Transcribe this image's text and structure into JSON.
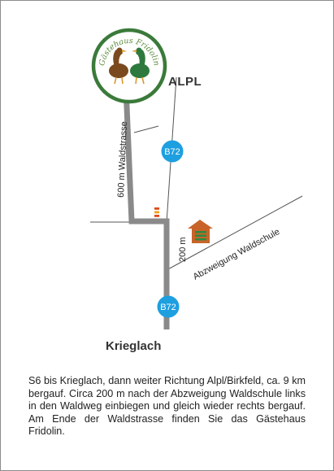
{
  "logo": {
    "name": "Gästehaus Fridolin",
    "ring_color": "#3a7a3a"
  },
  "places": {
    "top": "ALPL",
    "bottom": "Krieglach"
  },
  "roads": {
    "highway_top": "B72",
    "highway_bottom": "B72",
    "road_label": "600 m Waldstrasse",
    "distance_label": "200 m",
    "junction_label": "Abzweigung Waldschule",
    "road_color": "#8a8a8a",
    "highway_badge_color": "#1e9fe0"
  },
  "directions": {
    "text": "S6 bis Krieglach, dann weiter Richtung Alpl/Birkfeld, ca. 9 km bergauf. Circa 200 m nach der Abzweigung Waldschule links in den Waldweg einbiegen und gleich wieder rechts bergauf. Am Ende der Waldstrasse finden Sie das Gästehaus Fridolin."
  }
}
